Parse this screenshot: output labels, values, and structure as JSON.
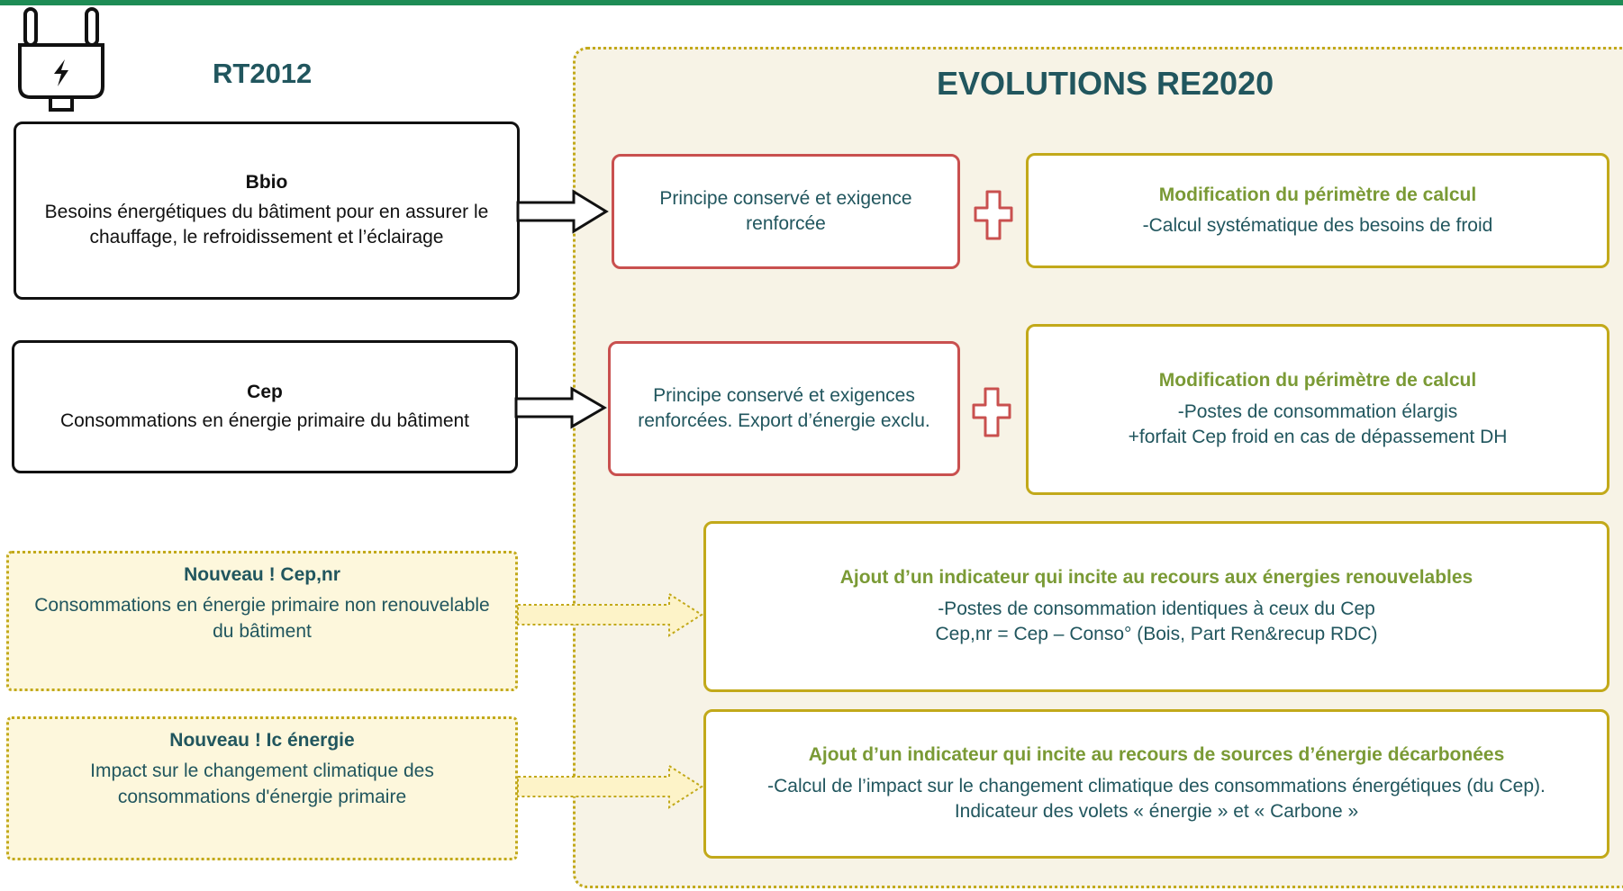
{
  "left_title": "RT2012",
  "right_title": "EVOLUTIONS RE2020",
  "rt2012": [
    {
      "title": "Bbio",
      "lines": [
        "Besoins énergétiques du bâtiment pour en assurer le",
        "chauffage, le refroidissement et l’éclairage"
      ]
    },
    {
      "title": "Cep",
      "lines": [
        "Consommations en énergie primaire du bâtiment"
      ]
    }
  ],
  "new_indicators": [
    {
      "title": "Nouveau ! Cep,nr",
      "lines": [
        "Consommations en énergie primaire non renouvelable",
        "du bâtiment"
      ]
    },
    {
      "title": "Nouveau ! Ic énergie",
      "lines": [
        "Impact sur le changement climatique des",
        "consommations d'énergie primaire"
      ]
    }
  ],
  "principles": [
    {
      "lines": [
        "Principe conservé et exigence",
        "renforcée"
      ]
    },
    {
      "lines": [
        "Principe conservé et exigences",
        "renforcées. Export d’énergie exclu."
      ]
    }
  ],
  "evolutions": [
    {
      "title": "Modification du périmètre de calcul",
      "lines": [
        "-Calcul systématique des besoins de froid"
      ]
    },
    {
      "title": "Modification du périmètre de calcul",
      "lines": [
        "-Postes de consommation élargis",
        "+forfait Cep froid en cas de dépassement DH"
      ]
    },
    {
      "title": "Ajout d’un indicateur qui incite au recours aux énergies renouvelables",
      "lines": [
        "-Postes de consommation identiques à ceux du Cep",
        "Cep,nr = Cep – Conso° (Bois, Part Ren&recup RDC)"
      ]
    },
    {
      "title": "Ajout d’un indicateur qui incite au recours de sources d’énergie décarbonées",
      "lines": [
        "-Calcul de l’impact sur le changement climatique des consommations énergétiques (du Cep).",
        "Indicateur des volets « énergie » et « Carbone »"
      ]
    }
  ],
  "icons": [
    "plug-icon",
    "plus-icon"
  ],
  "colors": {
    "accent_bar": "#1e8c55",
    "heading": "#21565e",
    "panel_bg": "#f7f3e6",
    "gold": "#c2a91a",
    "red": "#c9504f",
    "green_title": "#7a9a35"
  }
}
